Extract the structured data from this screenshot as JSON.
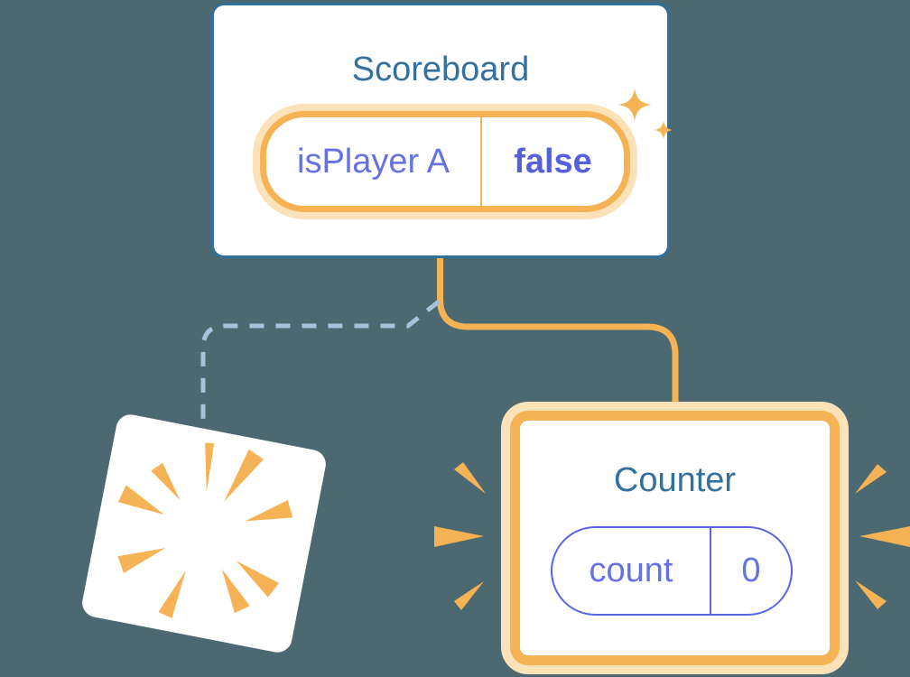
{
  "colors": {
    "background": "#4C6870",
    "card_bg": "#FFFFFF",
    "scoreboard_border": "#31709B",
    "component_title": "#35719E",
    "accent_orange": "#F6B355",
    "accent_orange_pale": "#FBE2B8",
    "state_label_purple": "#6672E2",
    "state_value_purple": "#5660DC",
    "counter_pill_border": "#5A66DE",
    "dashed_line_blue": "#A6C3DB"
  },
  "scoreboard": {
    "title": "Scoreboard",
    "state": {
      "label": "isPlayer A",
      "value": "false"
    }
  },
  "counter": {
    "title": "Counter",
    "state": {
      "label": "count",
      "value": "0"
    }
  },
  "icons": {
    "sparkle": "sparkle-stars-icon",
    "burst": "poof-burst-icon",
    "emphasis_left": "emphasis-marks-left-icon",
    "emphasis_right": "emphasis-marks-right-icon",
    "solid_connector": "parent-child-connector-line",
    "dashed_connector": "removed-child-dashed-line"
  }
}
